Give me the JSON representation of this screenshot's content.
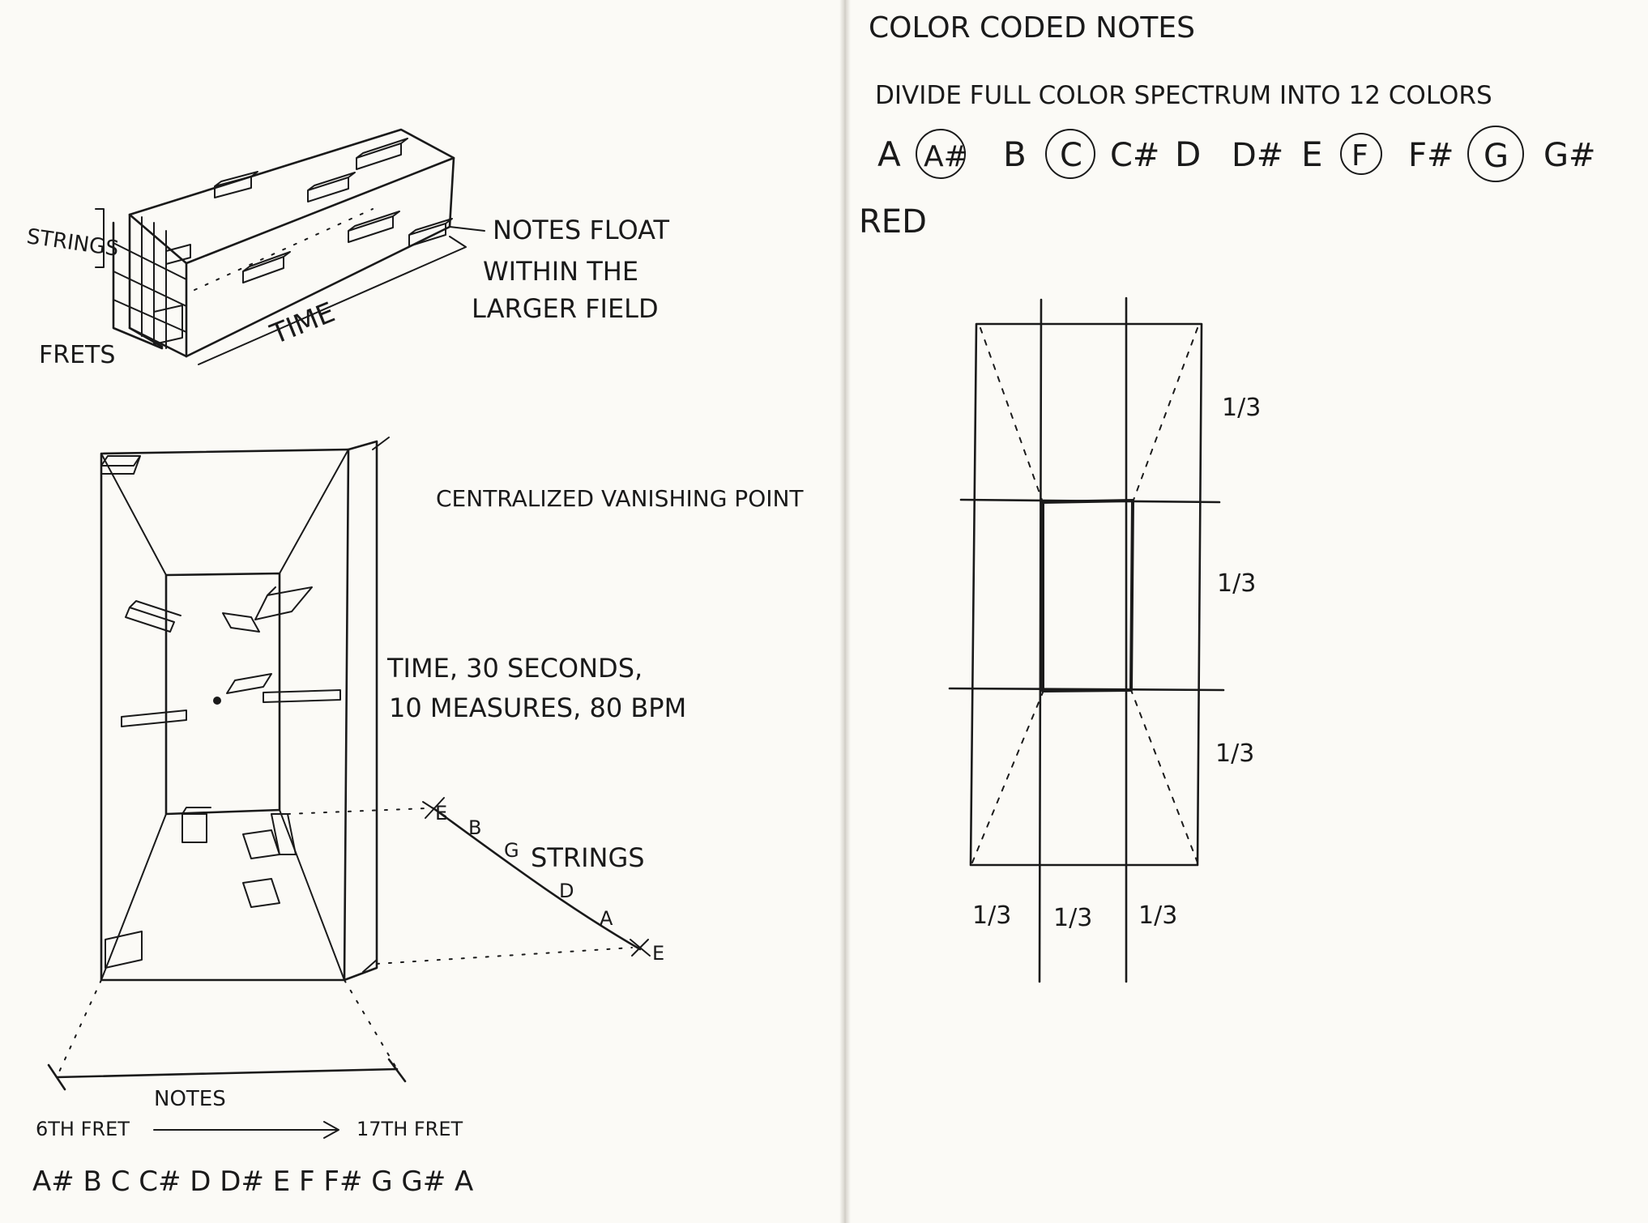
{
  "left_page": {
    "block_diagram": {
      "strings_label": "STRINGS",
      "frets_label": "FRETS",
      "time_label": "TIME",
      "notes_note": [
        "NOTES FLOAT",
        "WITHIN THE",
        "LARGER FIELD"
      ]
    },
    "perspective_diagram": {
      "vanishing_label": "CENTRALIZED VANISHING POINT",
      "time_note": [
        "TIME, 30 SECONDS,",
        "10 MEASURES, 80 BPM"
      ],
      "string_letters": [
        "E",
        "B",
        "G",
        "D",
        "A",
        "E"
      ],
      "strings_label": "STRINGS",
      "notes_label": "NOTES",
      "fret_start": "6TH FRET",
      "fret_end": "17TH FRET",
      "note_sequence": "A# B C C# D D# E F F# G G# A"
    }
  },
  "right_page": {
    "title": "COLOR CODED NOTES",
    "instruction": "DIVIDE FULL COLOR SPECTRUM INTO 12 COLORS",
    "notes": [
      {
        "name": "A",
        "circled": false
      },
      {
        "name": "A#",
        "circled": true
      },
      {
        "name": "B",
        "circled": false
      },
      {
        "name": "C",
        "circled": true
      },
      {
        "name": "C#",
        "circled": false
      },
      {
        "name": "D",
        "circled": false
      },
      {
        "name": "D#",
        "circled": false
      },
      {
        "name": "E",
        "circled": false
      },
      {
        "name": "F",
        "circled": true
      },
      {
        "name": "F#",
        "circled": false
      },
      {
        "name": "G",
        "circled": true
      },
      {
        "name": "G#",
        "circled": false
      }
    ],
    "color_label": "RED",
    "grid_fractions": {
      "vertical": [
        "1/3",
        "1/3",
        "1/3"
      ],
      "horizontal": [
        "1/3",
        "1/3",
        "1/3"
      ]
    }
  }
}
